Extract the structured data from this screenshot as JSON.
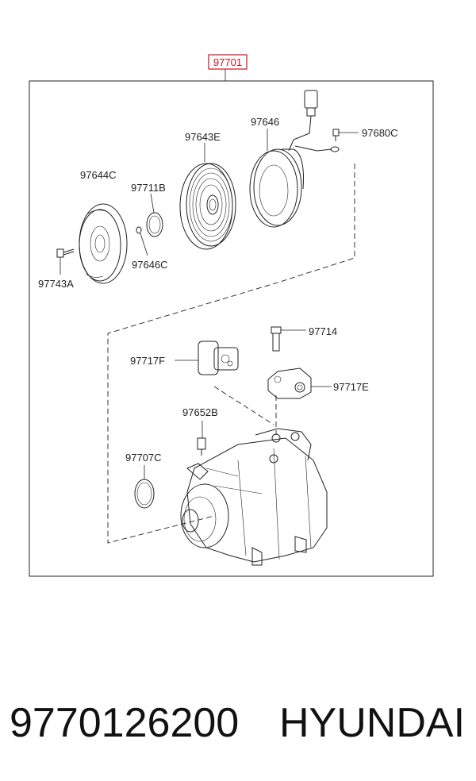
{
  "assembly": {
    "part_number": "97701",
    "highlight_color": "#c8141e"
  },
  "labels": {
    "pulley_cover": "97644C",
    "snap_ring": "97711B",
    "pulley": "97643E",
    "field_coil": "97646",
    "ground_bolt": "97680C",
    "shim": "97646C",
    "hub_bolt": "97743A",
    "pressure_switch": "97717F",
    "bolt": "97714",
    "expansion_valve": "97717E",
    "relief_valve": "97652B",
    "o_ring": "97707C"
  },
  "footer": {
    "part_number": "9770126200",
    "brand": "HYUNDAI"
  }
}
